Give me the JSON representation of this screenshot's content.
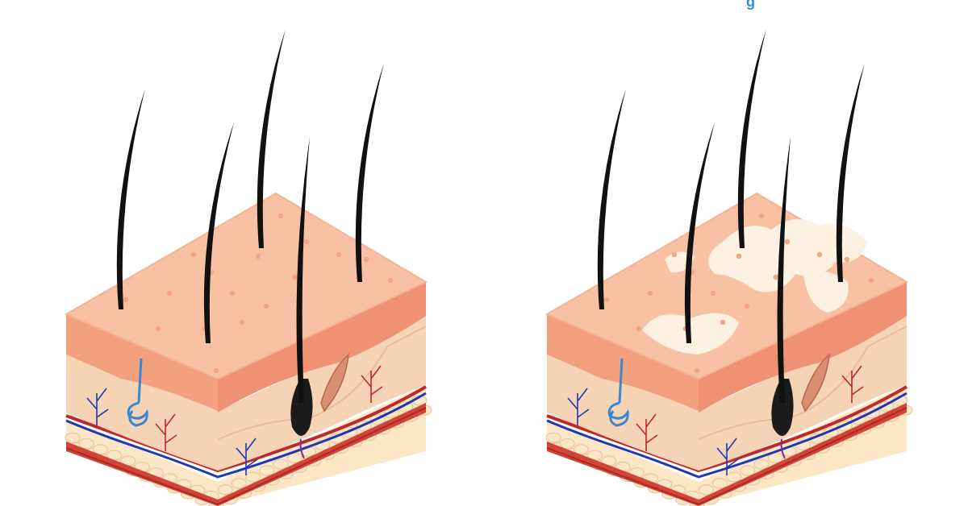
{
  "caption_fragment": "g",
  "colors": {
    "skin_top": "#f9c1a4",
    "skin_top_edge": "#f6b393",
    "pores": "#f3a583",
    "epidermis": "#f3a07f",
    "epidermis_dark": "#ef9274",
    "dermis": "#f5d3b5",
    "dermis_shadow": "#e9bb98",
    "fat": "#fbe7c5",
    "fat_cell_edge": "#e8c79c",
    "muscle": "#d24338",
    "muscle_dark": "#a92b22",
    "vein": "#1e39b4",
    "artery": "#c0282c",
    "hair": "#111111",
    "follicle": "#1b1b1b",
    "depigmented_patch": "#fdf1e1",
    "nerve": "#3a86d0",
    "caption": "#2a8fd6"
  },
  "panels": [
    {
      "id": "normal-skin",
      "patches": false
    },
    {
      "id": "vitiligo-skin",
      "patches": true
    }
  ]
}
